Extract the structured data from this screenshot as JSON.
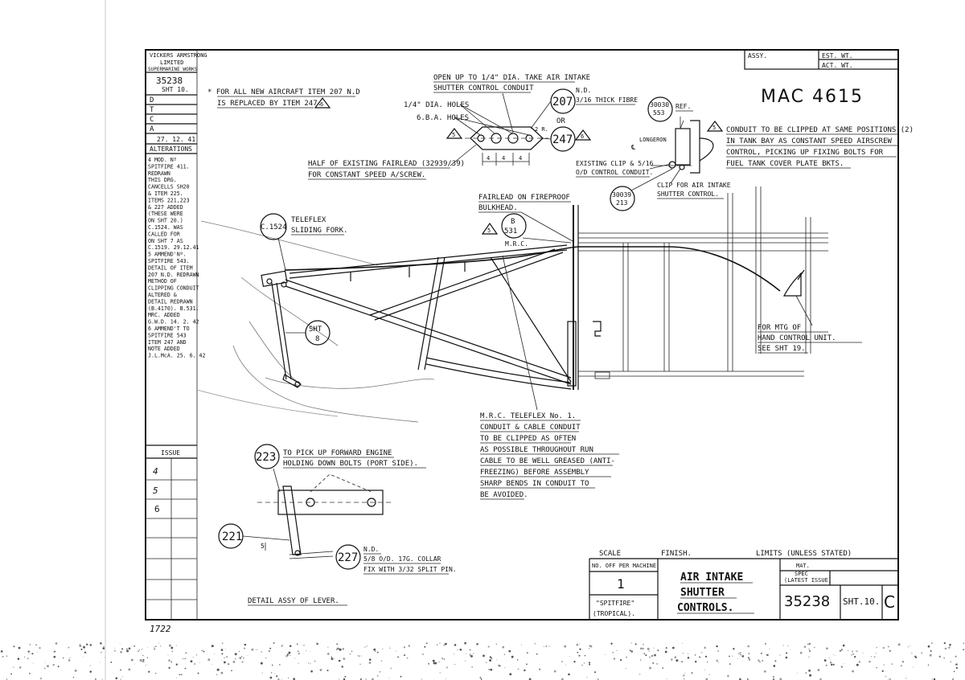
{
  "stamp": "MAC 4615",
  "page_number": "1722",
  "left_panel": {
    "company": [
      "VICKERS ARMSTRONG",
      "LIMITED",
      "SUPERMARINE WORKS"
    ],
    "drawing_no": "35238",
    "sheet": "SHT 10.",
    "rows": [
      "D",
      "T",
      "C",
      "A"
    ],
    "date": "27. 12. 41",
    "alterations_heading": "ALTERATIONS",
    "alterations": [
      "4 MOD. Nº",
      "SPITFIRE 411.",
      "REDRAWN",
      "THIS DRG.",
      "CANCELLS SH20",
      "& ITEM 225.",
      "ITEMS 221,223",
      "& 227 ADDED",
      "(THESE WERE",
      "ON SHT 20.)",
      "C.1524. WAS",
      "CALLED FOR",
      "ON SHT 7 AS",
      "C.1519. 29.12.41",
      "5 AMMEND'Nº.",
      "SPITFIRE 543.",
      "DETAIL OF ITEM",
      "207 N.D. REDRAWN",
      "METHOD OF",
      "CLIPPING CONDUIT",
      "ALTERED &",
      "DETAIL REDRAWN",
      "(B.4170). B.531.",
      "MRC. ADDED",
      "G.W.D. 14. 2. 42",
      "6 AMMEND'T TO",
      "SPITFIRE 543",
      "ITEM 247 AND",
      "NOTE ADDED",
      "J.L.McA. 25. 6. 42"
    ],
    "issue_heading": "ISSUE",
    "issues": [
      "4",
      "5",
      "6"
    ]
  },
  "top_right": {
    "assy": "ASSY.",
    "est_wt": "EST. WT.",
    "act_wt": "ACT. WT."
  },
  "notes": {
    "new_aircraft": [
      "* FOR ALL NEW AIRCRAFT ITEM 207 N.D",
      "IS REPLACED BY ITEM 247."
    ],
    "open_up": [
      "OPEN UP TO 1/4\" DIA. TAKE AIR INTAKE",
      "SHUTTER CONTROL CONDUIT"
    ],
    "dia_holes": "1/4\" DIA. HOLES",
    "gba_holes": "6.B.A. HOLES",
    "item207": "207",
    "item207_spec": [
      "N.D.",
      "3/16 THICK FIBRE"
    ],
    "or": "OR",
    "item247": "247",
    "half_fairlead": [
      "HALF OF EXISTING FAIRLEAD (32939/39)",
      "FOR CONSTANT SPEED A/SCREW."
    ],
    "dim_2r": "2 R.",
    "dim_4": "4",
    "ref_30030": [
      "30030",
      "553"
    ],
    "ref": "REF.",
    "longeron": "LONGERON",
    "conduit_clip": [
      "CONDUIT TO BE CLIPPED AT SAME POSITIONS (2)",
      "IN TANK BAY AS CONSTANT SPEED AIRSCREW",
      "CONTROL, PICKING UP FIXING BOLTS FOR",
      "FUEL TANK COVER PLATE BKTS."
    ],
    "existing_clip": [
      "EXISTING CLIP & 5/16",
      "O/D CONTROL CONDUIT."
    ],
    "clip_air": [
      "CLIP FOR AIR INTAKE",
      "SHUTTER CONTROL."
    ],
    "ref_30039": [
      "30039",
      "213"
    ],
    "fairlead_fireproof": [
      "FAIRLEAD ON FIREPROOF",
      "BULKHEAD."
    ],
    "b531": [
      "B",
      "531"
    ],
    "mrc": "M.R.C.",
    "c1524": "C.1524",
    "teleflex_fork": [
      "TELEFLEX",
      "SLIDING FORK."
    ],
    "sht8": [
      "SHT",
      "8"
    ],
    "hand_control": [
      "FOR MTG OF",
      "HAND CONTROL UNIT.",
      "SEE SHT 19."
    ],
    "mrc_teleflex": [
      "M.R.C. TELEFLEX No. 1.",
      "CONDUIT & CABLE CONDUIT",
      "TO BE CLIPPED AS OFTEN",
      "AS POSSIBLE THROUGHOUT RUN",
      "CABLE TO BE WELL GREASED (ANTI-",
      "FREEZING) BEFORE ASSEMBLY",
      "SHARP BENDS IN CONDUIT TO",
      "BE AVOIDED."
    ],
    "item223": "223",
    "item223_text": [
      "TO PICK UP FORWARD ENGINE",
      "HOLDING DOWN BOLTS (PORT SIDE)."
    ],
    "item221": "221",
    "item227": "227",
    "item227_text": [
      "N.D.",
      "5/8 O/D. 17G. COLLAR",
      "FIX WITH 3/32 SPLIT PIN."
    ],
    "detail_assy": "DETAIL ASSY OF LEVER.",
    "rev4": "4",
    "rev5": "5",
    "rev6": "6",
    "dim_5": "5"
  },
  "title_block": {
    "scale": "SCALE",
    "finish": "FINISH.",
    "limits": "LIMITS (UNLESS STATED)",
    "no_off_heading": "NO. OFF PER MACHINE",
    "no_off": "1",
    "mat": "MAT.",
    "spec": [
      "SPEC",
      "(LATEST ISSUE)"
    ],
    "title": [
      "AIR INTAKE",
      "SHUTTER",
      "CONTROLS."
    ],
    "drawing_no": "35238",
    "sheet": "SHT.10.",
    "issue": "C",
    "aircraft": [
      "\"SPITFIRE\"",
      "(TROPICAL)."
    ]
  }
}
